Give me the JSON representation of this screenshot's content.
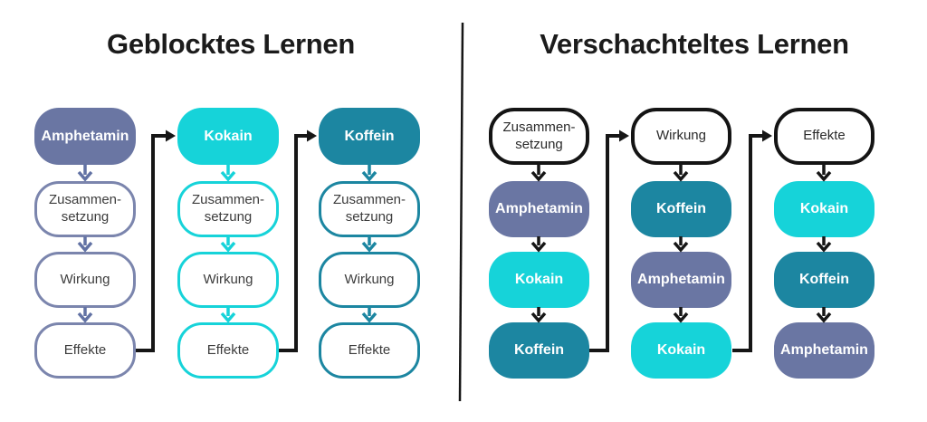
{
  "left_panel": {
    "title": "Geblocktes Lernen",
    "columns": [
      {
        "header": "Amphetamin",
        "steps": [
          "Zusammen-setzung",
          "Wirkung",
          "Effekte"
        ]
      },
      {
        "header": "Kokain",
        "steps": [
          "Zusammen-setzung",
          "Wirkung",
          "Effekte"
        ]
      },
      {
        "header": "Koffein",
        "steps": [
          "Zusammen-setzung",
          "Wirkung",
          "Effekte"
        ]
      }
    ]
  },
  "right_panel": {
    "title": "Verschachteltes Lernen",
    "columns": [
      {
        "header": "Zusammen-setzung",
        "steps": [
          "Amphetamin",
          "Kokain",
          "Koffein"
        ]
      },
      {
        "header": "Wirkung",
        "steps": [
          "Koffein",
          "Amphetamin",
          "Kokain"
        ]
      },
      {
        "header": "Effekte",
        "steps": [
          "Kokain",
          "Koffein",
          "Amphetamin"
        ]
      }
    ]
  },
  "colors": {
    "amphetamin": "#6A76A3",
    "kokain": "#16D3D9",
    "koffein": "#1C86A1",
    "outline": "#161616"
  }
}
